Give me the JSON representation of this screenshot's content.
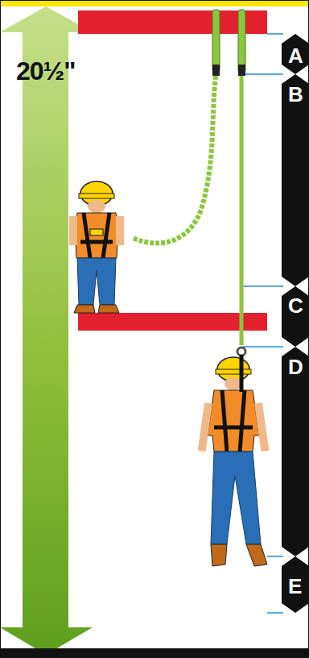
{
  "diagram": {
    "labels": [
      "20½\"",
      "A",
      "B",
      "C",
      "D",
      "E"
    ]
  }
}
